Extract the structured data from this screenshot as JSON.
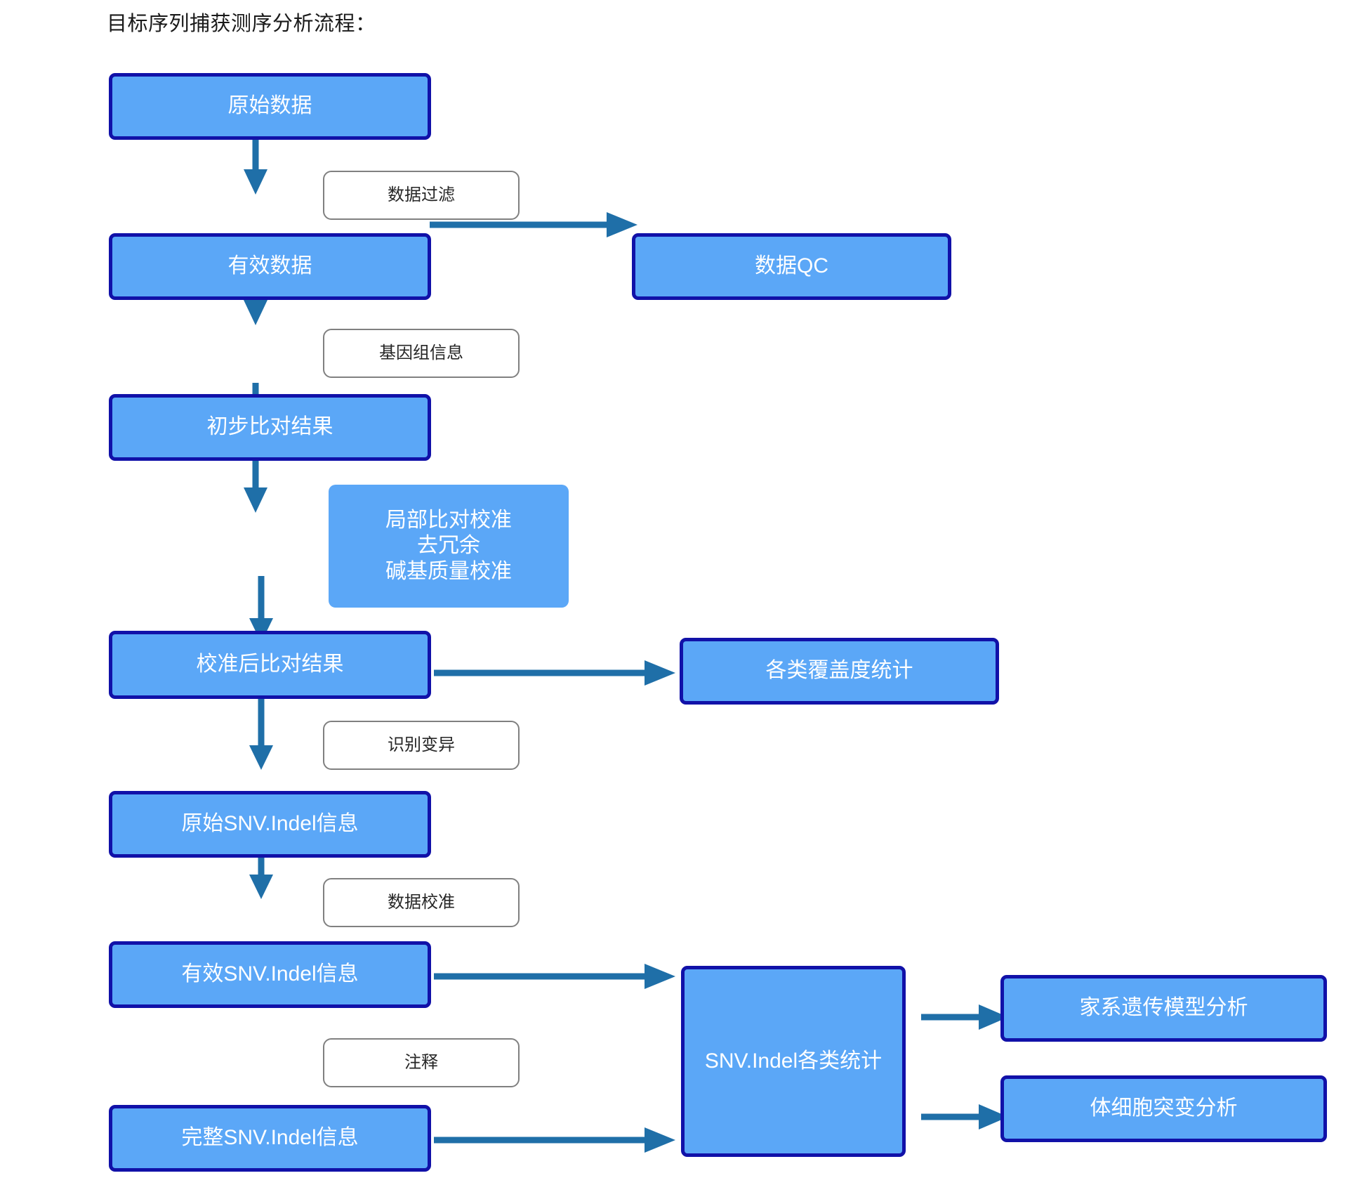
{
  "diagram": {
    "title": "目标序列捕获测序分析流程：",
    "accent_box_fill": "#5BA7F7",
    "accent_box_border": "#1111A8",
    "label_box_border": "#808080",
    "arrow_color": "#1F6FA8",
    "nodes": {
      "raw_data": "原始数据",
      "clean_data": "有效数据",
      "data_qc": "数据QC",
      "initial_alignment": "初步比对结果",
      "calibration_note_line1": "局部比对校准",
      "calibration_note_line2": "去冗余",
      "calibration_note_line3": "碱基质量校准",
      "calibrated_alignment": "校准后比对结果",
      "coverage_stats": "各类覆盖度统计",
      "raw_snv_indel": "原始SNV.Indel信息",
      "valid_snv_indel": "有效SNV.Indel信息",
      "full_snv_indel": "完整SNV.Indel信息",
      "snv_indel_stats": "SNV.Indel各类统计",
      "pedigree_analysis": "家系遗传模型分析",
      "somatic_analysis": "体细胞突变分析"
    },
    "edge_labels": {
      "data_filter": "数据过滤",
      "genome_info": "基因组信息",
      "variant_calling": "识别变异",
      "data_calibration": "数据校准",
      "annotation": "注释"
    }
  }
}
